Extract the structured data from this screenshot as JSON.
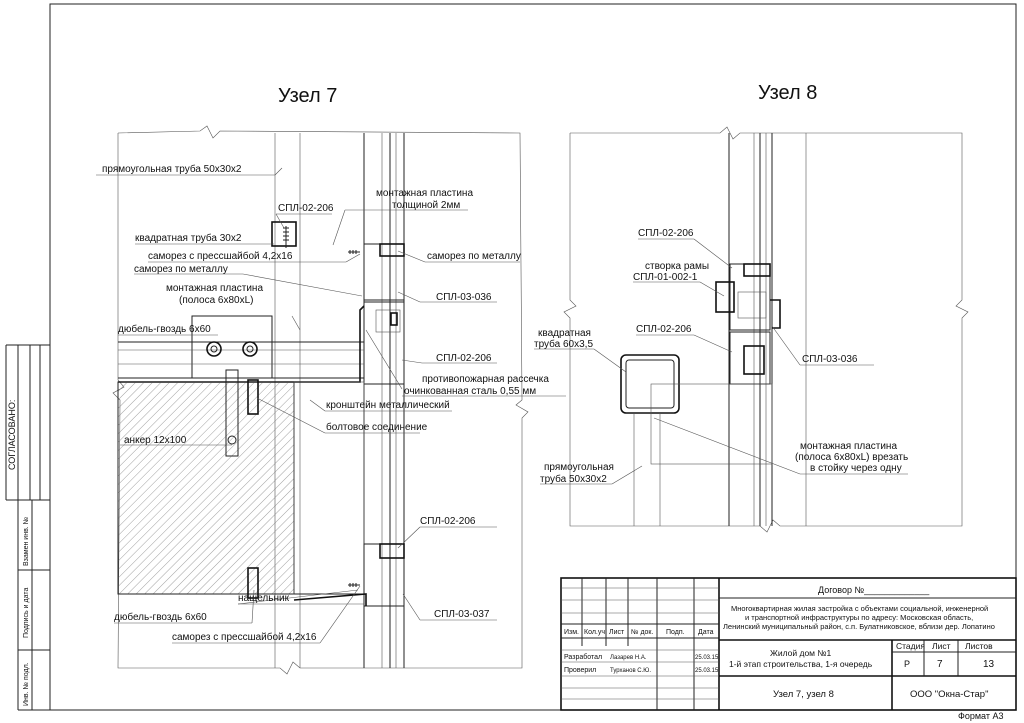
{
  "sheet": {
    "format": "Формат А3",
    "approved": "СОГЛАСОВАНО:",
    "side_labels": [
      "Взамен инв. №",
      "Подпись и дата",
      "Инв. № подл."
    ]
  },
  "node7": {
    "title": "Узел 7",
    "labels": {
      "rect_tube": "прямоугольная труба 50х30х2",
      "mount_plate_thick_1": "монтажная пластина",
      "mount_plate_thick_2": "толщиной 2мм",
      "spl_206_top": "СПЛ-02-206",
      "square_tube": "квадратная труба 30х2",
      "screw_metal_right": "саморез по металлу",
      "screw_washer_top": "саморез с прессшайбой 4,2х16",
      "screw_metal": "саморез по металлу",
      "spl_036": "СПЛ-03-036",
      "mount_plate_strip_1": "монтажная пластина",
      "mount_plate_strip_2": "(полоса 6х80хL)",
      "dowel_top": "дюбель-гвоздь 6х60",
      "spl_206_mid": "СПЛ-02-206",
      "fire_cut_1": "противопожарная рассечка",
      "fire_cut_2": "очинкованная сталь 0,55 мм",
      "bracket": "кронштейн металлический",
      "bolt": "болтовое соединение",
      "anchor": "анкер 12х100",
      "spl_206_low": "СПЛ-02-206",
      "dowel_bottom": "дюбель-гвоздь 6х60",
      "flashing": "нащельник",
      "spl_037": "СПЛ-03-037",
      "screw_washer_bottom": "саморез с прессшайбой 4,2х16"
    }
  },
  "node8": {
    "title": "Узел 8",
    "labels": {
      "spl_206_top": "СПЛ-02-206",
      "sash_1": "створка рамы",
      "sash_2": "СПЛ-01-002-1",
      "square_tube_1": "квадратная",
      "square_tube_2": "труба 60х3,5",
      "spl_206_mid": "СПЛ-02-206",
      "spl_036": "СПЛ-03-036",
      "mount_plate_1": "монтажная пластина",
      "mount_plate_2": "(полоса 6х80хL) врезать",
      "mount_plate_3": "в стойку через одну",
      "rect_tube_1": "прямоугольная",
      "rect_tube_2": "труба 50х30х2"
    }
  },
  "title_block": {
    "contract": "Договор №_____________",
    "project_1": "Многоквартирная жилая застройка с объектами социальной, инженерной",
    "project_2": "и транспортной инфраструктуры по адресу: Московская область,",
    "project_3": "Ленинский муниципальный район, с.п. Булатниковское, вблизи дер. Лопатино",
    "headers": [
      "Изм.",
      "Кол.уч",
      "Лист",
      "№ док.",
      "Подп.",
      "Дата"
    ],
    "row1": {
      "role": "Разработал",
      "name": "Лазарев Н.А.",
      "date": "25.03.15"
    },
    "row2": {
      "role": "Проверил",
      "name": "Турханов С.Ю.",
      "date": "25.03.15"
    },
    "object_1": "Жилой дом №1",
    "object_2": "1-й этап строительства, 1-я очередь",
    "stage_h": "Стадия",
    "sheet_h": "Лист",
    "sheets_h": "Листов",
    "stage": "Р",
    "sheet": "7",
    "sheets": "13",
    "drawing": "Узел 7, узел 8",
    "company": "ООО \"Окна-Стар\""
  }
}
